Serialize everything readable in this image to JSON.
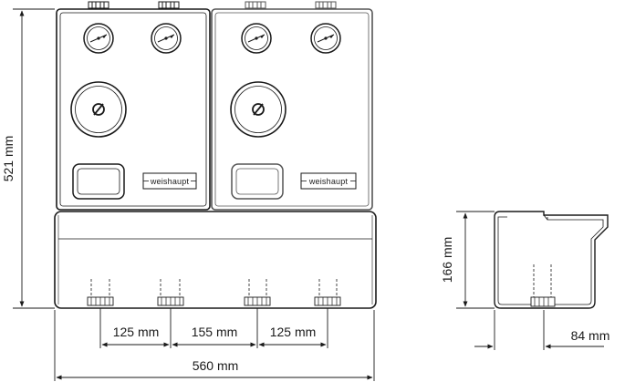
{
  "dimensions": {
    "height_total": "521 mm",
    "height_side": "166 mm",
    "width_total": "560 mm",
    "depth_side": "84 mm",
    "spacing": [
      "125 mm",
      "155 mm",
      "125 mm"
    ]
  },
  "brand_label": "weishaupt",
  "colors": {
    "line": "#1a1a1a",
    "light_line": "#9a9a9a",
    "panel_fill": "#ffffff"
  },
  "units": {
    "count": 2,
    "gauges_per_unit": 2,
    "valve_symbol": "ø"
  }
}
